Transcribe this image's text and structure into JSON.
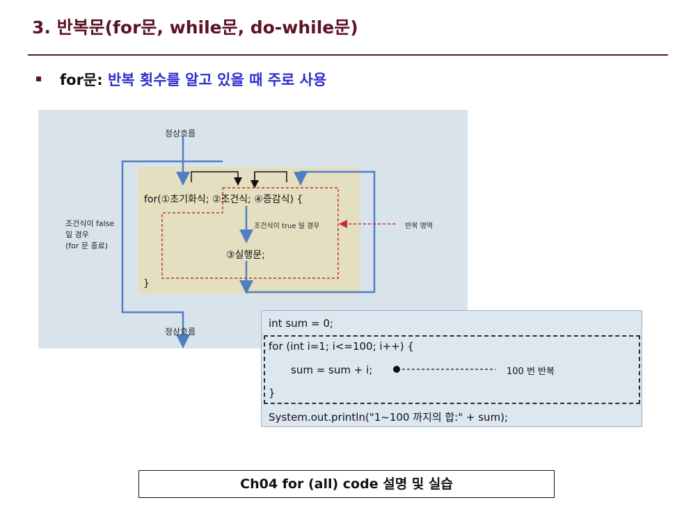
{
  "header": {
    "title": "3. 반복문(for문, while문, do-while문)"
  },
  "bullet": {
    "keyword": "for문:",
    "description": " 반복 횟수를 알고 있을 때 주로 사용"
  },
  "diagram": {
    "normal_flow_top": "정상흐름",
    "normal_flow_bottom": "정상흐름",
    "for_line": "for(①초기화식;  ②조건식;   ④증감식)    {",
    "exec_stmt": "③실행문;",
    "close_brace": "}",
    "true_label": "조건식이 true 일 경우",
    "repeat_area": "반복 영역",
    "false_label_1": "조건식이 false",
    "false_label_2": "일 경우",
    "false_label_3": "(for 문 종료)"
  },
  "code": {
    "line1": "int sum = 0;",
    "line2": "for (int i=1; i<=100; i++) {",
    "line3": "sum = sum + i;",
    "line4": "}",
    "line5": "System.out.println(\"1~100 까지의 합:\" + sum);",
    "repeat_note": "100 번 반복"
  },
  "footer": {
    "caption": "Ch04 for (all) code 설명 및 실습"
  }
}
